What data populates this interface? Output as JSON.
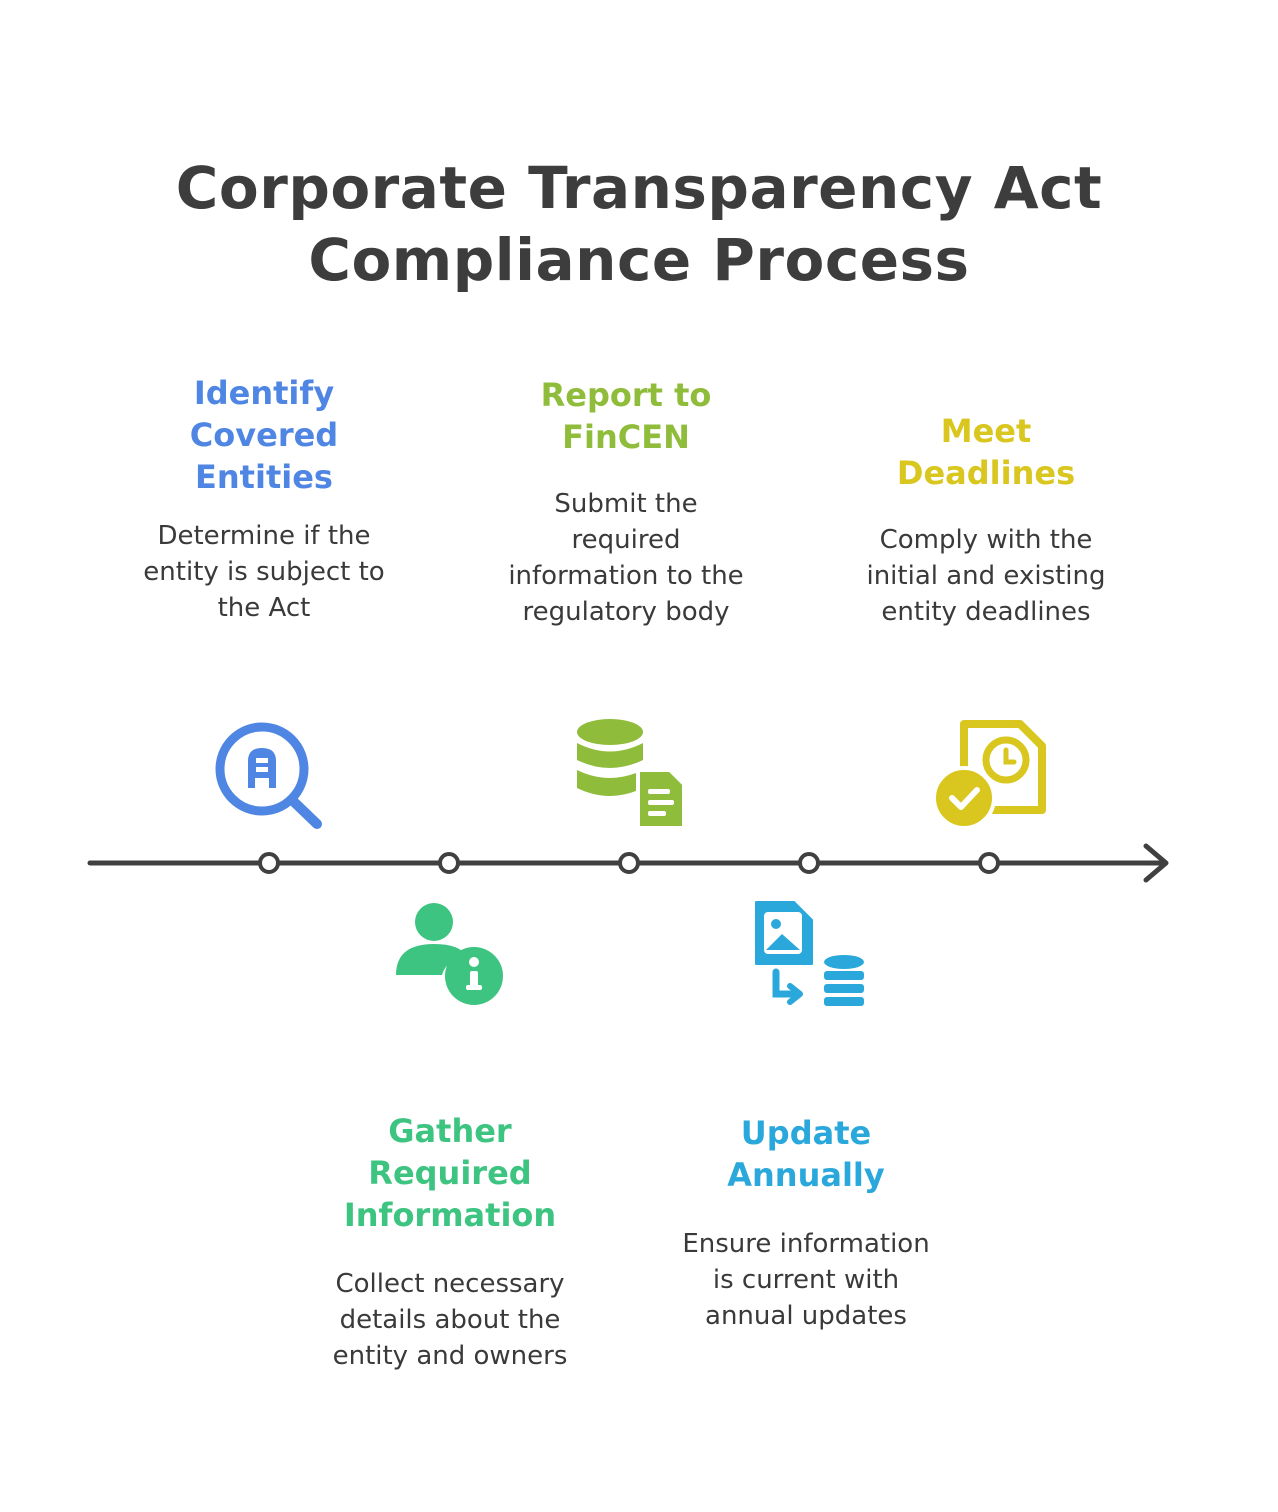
{
  "title": {
    "line1": "Corporate Transparency Act",
    "line2": "Compliance Process"
  },
  "colors": {
    "blue": "#4f86e3",
    "green": "#3cc480",
    "olive": "#8fbc3a",
    "cyan": "#2aa8dc",
    "yellow": "#d9c61e",
    "dark": "#404040"
  },
  "steps": [
    {
      "title_lines": [
        "Identify",
        "Covered",
        "Entities"
      ],
      "desc_lines": [
        "Determine if the",
        "entity is subject to",
        "the Act"
      ],
      "icon": "search-building-icon",
      "color": "#4f86e3"
    },
    {
      "title_lines": [
        "Gather",
        "Required",
        "Information"
      ],
      "desc_lines": [
        "Collect necessary",
        "details about the",
        "entity and owners"
      ],
      "icon": "user-info-icon",
      "color": "#3cc480"
    },
    {
      "title_lines": [
        "Report to",
        "FinCEN"
      ],
      "desc_lines": [
        "Submit the",
        "required",
        "information to the",
        "regulatory body"
      ],
      "icon": "database-document-icon",
      "color": "#8fbc3a"
    },
    {
      "title_lines": [
        "Update",
        "Annually"
      ],
      "desc_lines": [
        "Ensure information",
        "is current with",
        "annual updates"
      ],
      "icon": "image-to-database-icon",
      "color": "#2aa8dc"
    },
    {
      "title_lines": [
        "Meet",
        "Deadlines"
      ],
      "desc_lines": [
        "Comply with the",
        "initial and existing",
        "entity deadlines"
      ],
      "icon": "document-clock-check-icon",
      "color": "#d9c61e"
    }
  ]
}
